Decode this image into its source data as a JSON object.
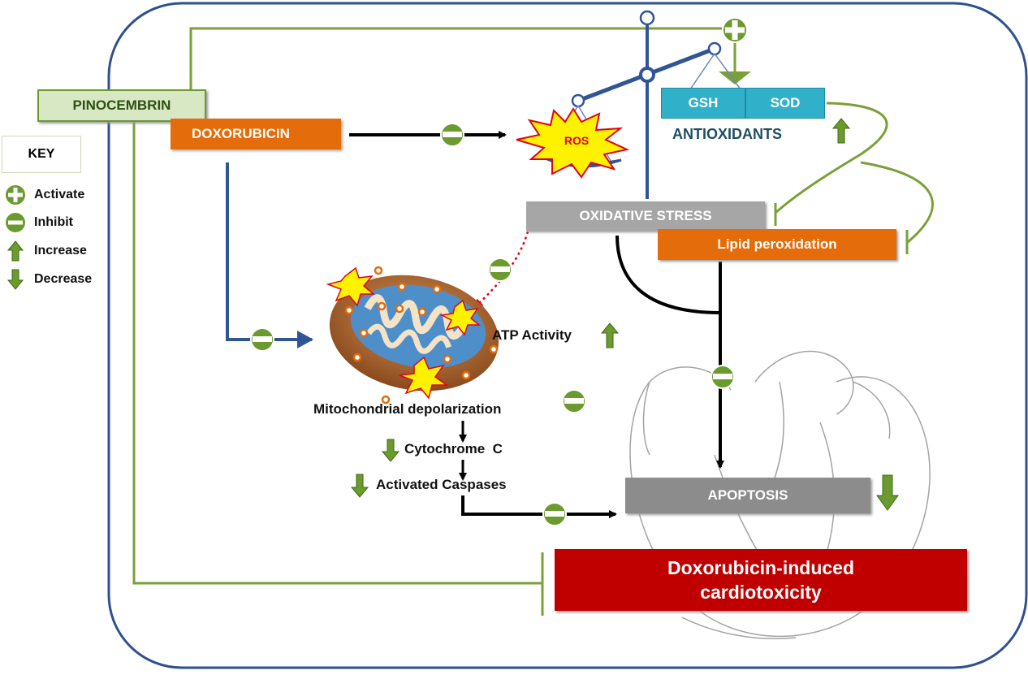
{
  "nodes": {
    "pinocembrin": "PINOCEMBRIN",
    "doxorubicin": "DOXORUBICIN",
    "ros": "ROS",
    "gsh": "GSH",
    "sod": "SOD",
    "antioxidants": "ANTIOXIDANTS",
    "oxidative_stress": "OXIDATIVE STRESS",
    "lipid_peroxidation": "Lipid peroxidation",
    "atp_activity": "ATP Activity",
    "mito_depolarization": "Mitochondrial depolarization",
    "cytochrome_c": "Cytochrome  C",
    "activated_caspases": "Activated Caspases",
    "apoptosis": "APOPTOSIS",
    "cardiotoxicity_line1": "Doxorubicin-induced",
    "cardiotoxicity_line2": "cardiotoxicity"
  },
  "key": {
    "title": "KEY",
    "items": [
      {
        "symbol": "plus-icon",
        "label": "Activate"
      },
      {
        "symbol": "minus-icon",
        "label": "Inhibit"
      },
      {
        "symbol": "up-arrow-icon",
        "label": "Increase"
      },
      {
        "symbol": "down-arrow-icon",
        "label": "Decrease"
      }
    ]
  },
  "colors": {
    "green": "#6b9a2e",
    "green_line": "#7aa03a",
    "orange": "#e46c0a",
    "gray_box": "#8c8c8c",
    "teal": "#31b0c9",
    "dark_red": "#c00000",
    "blue": "#2f5597",
    "frame": "#2f4f8f"
  }
}
